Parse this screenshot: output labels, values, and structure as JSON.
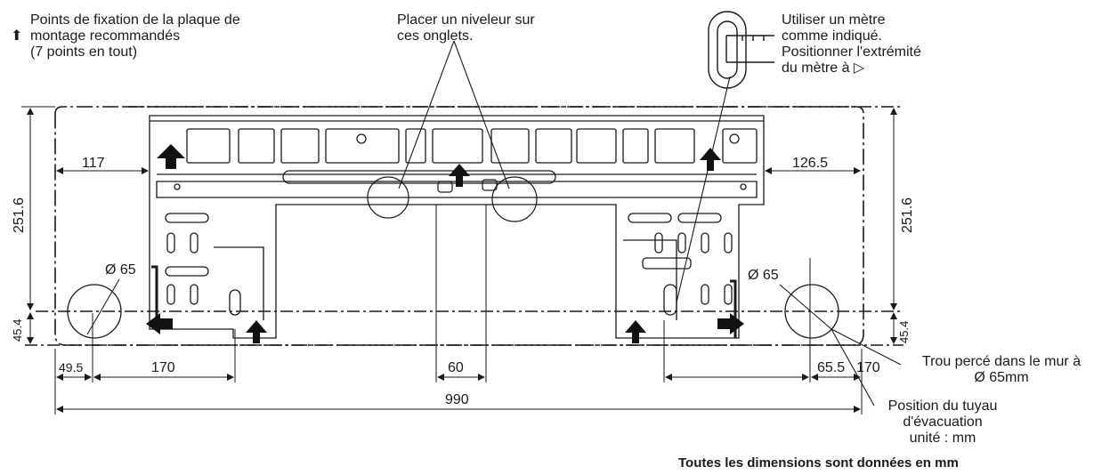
{
  "notes": {
    "fixing_points": "Points de fixation de la plaque de\nmontage recommandés\n(7 points en tout)",
    "level": "Placer un niveleur sur\nces onglets.",
    "tape": "Utiliser un mètre\ncomme indiqué.\nPositionner l'extrémité\ndu mètre à ▷",
    "wall_hole": "Trou percé dans le mur à\nØ 65mm",
    "drain": "Position du tuyau\nd'évacuation\nunité : mm",
    "footer": "Toutes les dimensions sont données en mm"
  },
  "dims": {
    "left_117": "117",
    "right_126_5": "126.5",
    "height_left": "251.6",
    "height_right": "251.6",
    "low_left": "45.4",
    "low_right": "45.4",
    "dia_left": "Ø 65",
    "dia_right": "Ø 65",
    "d_49_5": "49.5",
    "d_170_left": "170",
    "d_60": "60",
    "d_65_5": "65.5",
    "d_170_right": "170",
    "d_990": "990"
  },
  "colors": {
    "line": "#1a1a1a",
    "arrow": "#111111"
  }
}
